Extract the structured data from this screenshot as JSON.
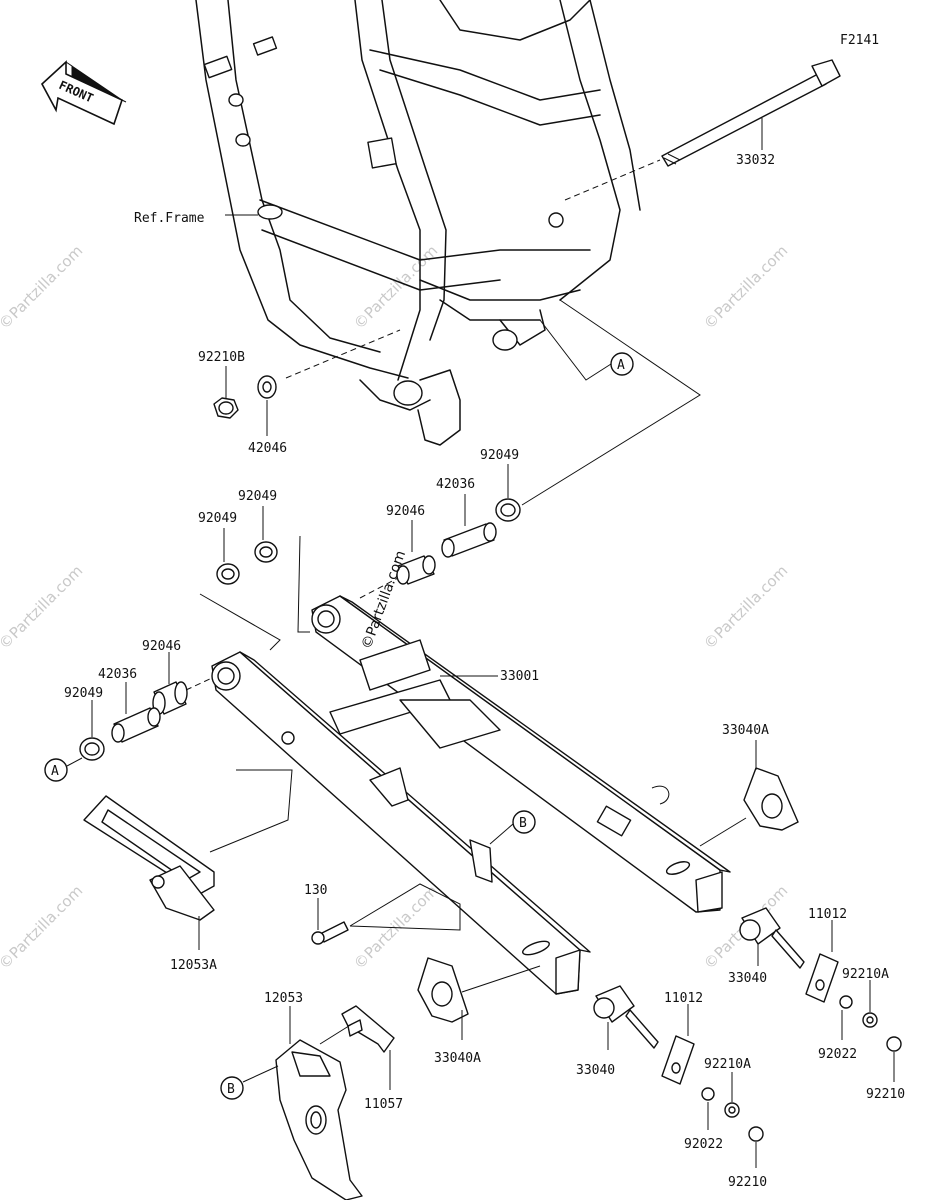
{
  "diagram_code": "F2141",
  "front_label": "FRONT",
  "ref_frame_label": "Ref.Frame",
  "watermark": "©Partzilla.com",
  "callouts": {
    "a": "A",
    "b": "B"
  },
  "part_numbers": {
    "p33032": "33032",
    "p92210B": "92210B",
    "p42046": "42046",
    "p92049_top": "92049",
    "p42036_top": "42036",
    "p92046_top": "92046",
    "p92049_mid": "92049",
    "p92049_left": "92049",
    "p92046_left": "92046",
    "p42036_left": "42036",
    "p92049_farleft": "92049",
    "p33001": "33001",
    "p33040A_right": "33040A",
    "p130": "130",
    "p12053A": "12053A",
    "p11012_right": "11012",
    "p33040_right": "33040",
    "p92210A_right": "92210A",
    "p92022_right": "92022",
    "p92210_right": "92210",
    "p12053": "12053",
    "p11057": "11057",
    "p33040A_bottom": "33040A",
    "p33040_bottom": "33040",
    "p11012_bottom": "11012",
    "p92210A_bottom": "92210A",
    "p92022_bottom": "92022",
    "p92210_bottom": "92210"
  }
}
